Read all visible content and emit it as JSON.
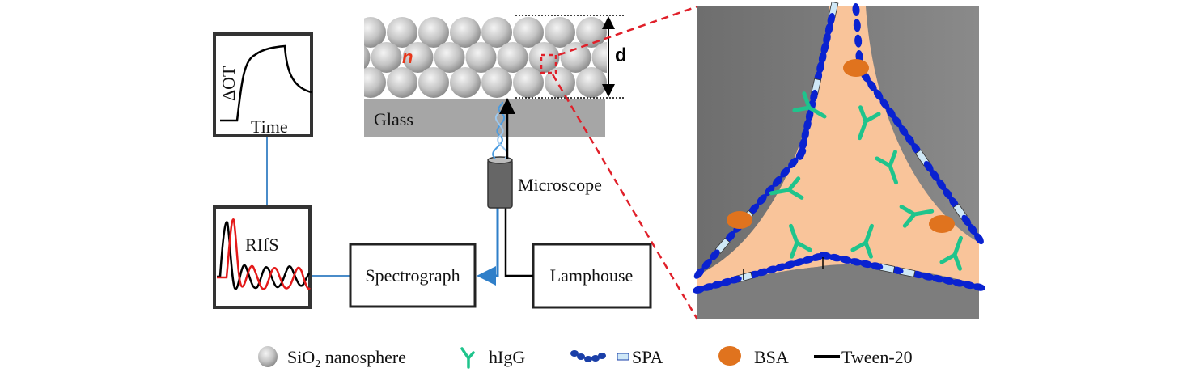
{
  "plot_box": {
    "y_label": "ΔOT",
    "x_label": "Time"
  },
  "rifs_box": {
    "label": "RIfS"
  },
  "spectrograph": {
    "label": "Spectrograph"
  },
  "lamphouse": {
    "label": "Lamphouse"
  },
  "microscope": {
    "label": "Microscope"
  },
  "film": {
    "index_label": "n",
    "thickness_label": "d",
    "substrate_label": "Glass"
  },
  "legend": {
    "items": [
      {
        "label_main": "SiO",
        "label_sub": "2",
        "label_rest": " nanosphere",
        "icon": "sphere-icon"
      },
      {
        "label": "hIgG",
        "icon": "antibody-icon"
      },
      {
        "label": "SPA",
        "icon": "spa-chain-icon"
      },
      {
        "label": "BSA",
        "icon": "bsa-ellipse-icon"
      },
      {
        "label": "Tween-20",
        "icon": "line-icon"
      }
    ]
  },
  "colors": {
    "sphere": "#b8b8b8",
    "glass": "#a6a6a6",
    "pore_fill": "#f9c49a",
    "hIgG": "#1fc48c",
    "SPA": "#0a22d0",
    "SPA_tag": "#cfe8f7",
    "BSA": "#e0731e",
    "callout": "#e0202a",
    "signal_blue": "#2f7fc9",
    "reflect_red": "#e41a1a"
  }
}
